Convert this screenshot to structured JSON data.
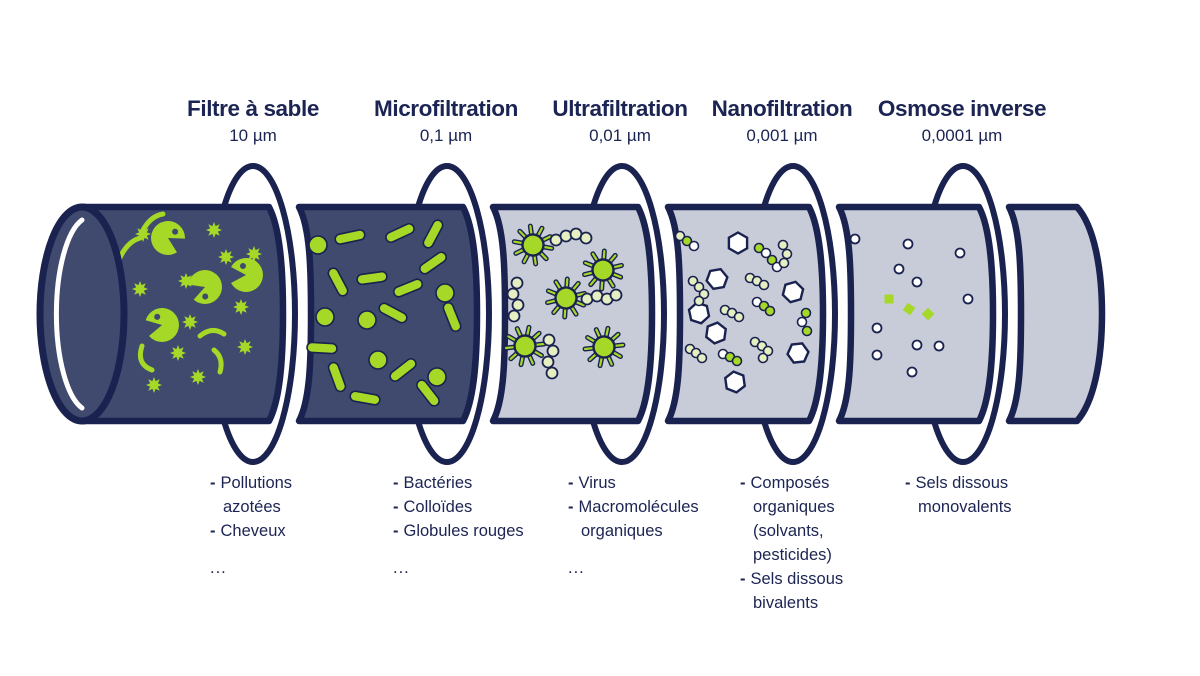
{
  "figure": {
    "subject": "water-filtration-stages-pipe-diagram"
  },
  "ui": {
    "dash": "-"
  },
  "colors": {
    "navy_outline_text": "#1a2250",
    "dark_pipe": "#3f4a6e",
    "light_pipe": "#c8ccd8",
    "bright_green": "#a5d827",
    "pale_green": "#e6efc2",
    "ring_white": "#ffffff"
  },
  "stages": [
    {
      "title": "Filtre à sable",
      "size": "10 µm",
      "items": [
        "Pollutions azotées",
        "Cheveux"
      ],
      "more": "...",
      "particles": [
        "debris-pacman",
        "star-particle",
        "hair"
      ]
    },
    {
      "title": "Microfiltration",
      "size": "0,1 µm",
      "items": [
        "Bactéries",
        "Colloïdes",
        "Globules rouges"
      ],
      "more": "...",
      "particles": [
        "bacteria-rod",
        "colloid-dot"
      ]
    },
    {
      "title": "Ultrafiltration",
      "size": "0,01 µm",
      "items": [
        "Virus",
        "Macromolécules organiques"
      ],
      "more": "...",
      "particles": [
        "virus",
        "macromolecule-chain"
      ]
    },
    {
      "title": "Nanofiltration",
      "size": "0,001 µm",
      "items": [
        "Composés organiques (solvants, pesticides)",
        "Sels dissous bivalents"
      ],
      "more": "",
      "particles": [
        "organic-compound-hexagon",
        "molecule-chain"
      ]
    },
    {
      "title": "Osmose inverse",
      "size": "0,0001 µm",
      "items": [
        "Sels dissous monovalents"
      ],
      "more": "",
      "particles": [
        "dissolved-salt-dot",
        "monovalent-salt-diamond"
      ]
    }
  ]
}
